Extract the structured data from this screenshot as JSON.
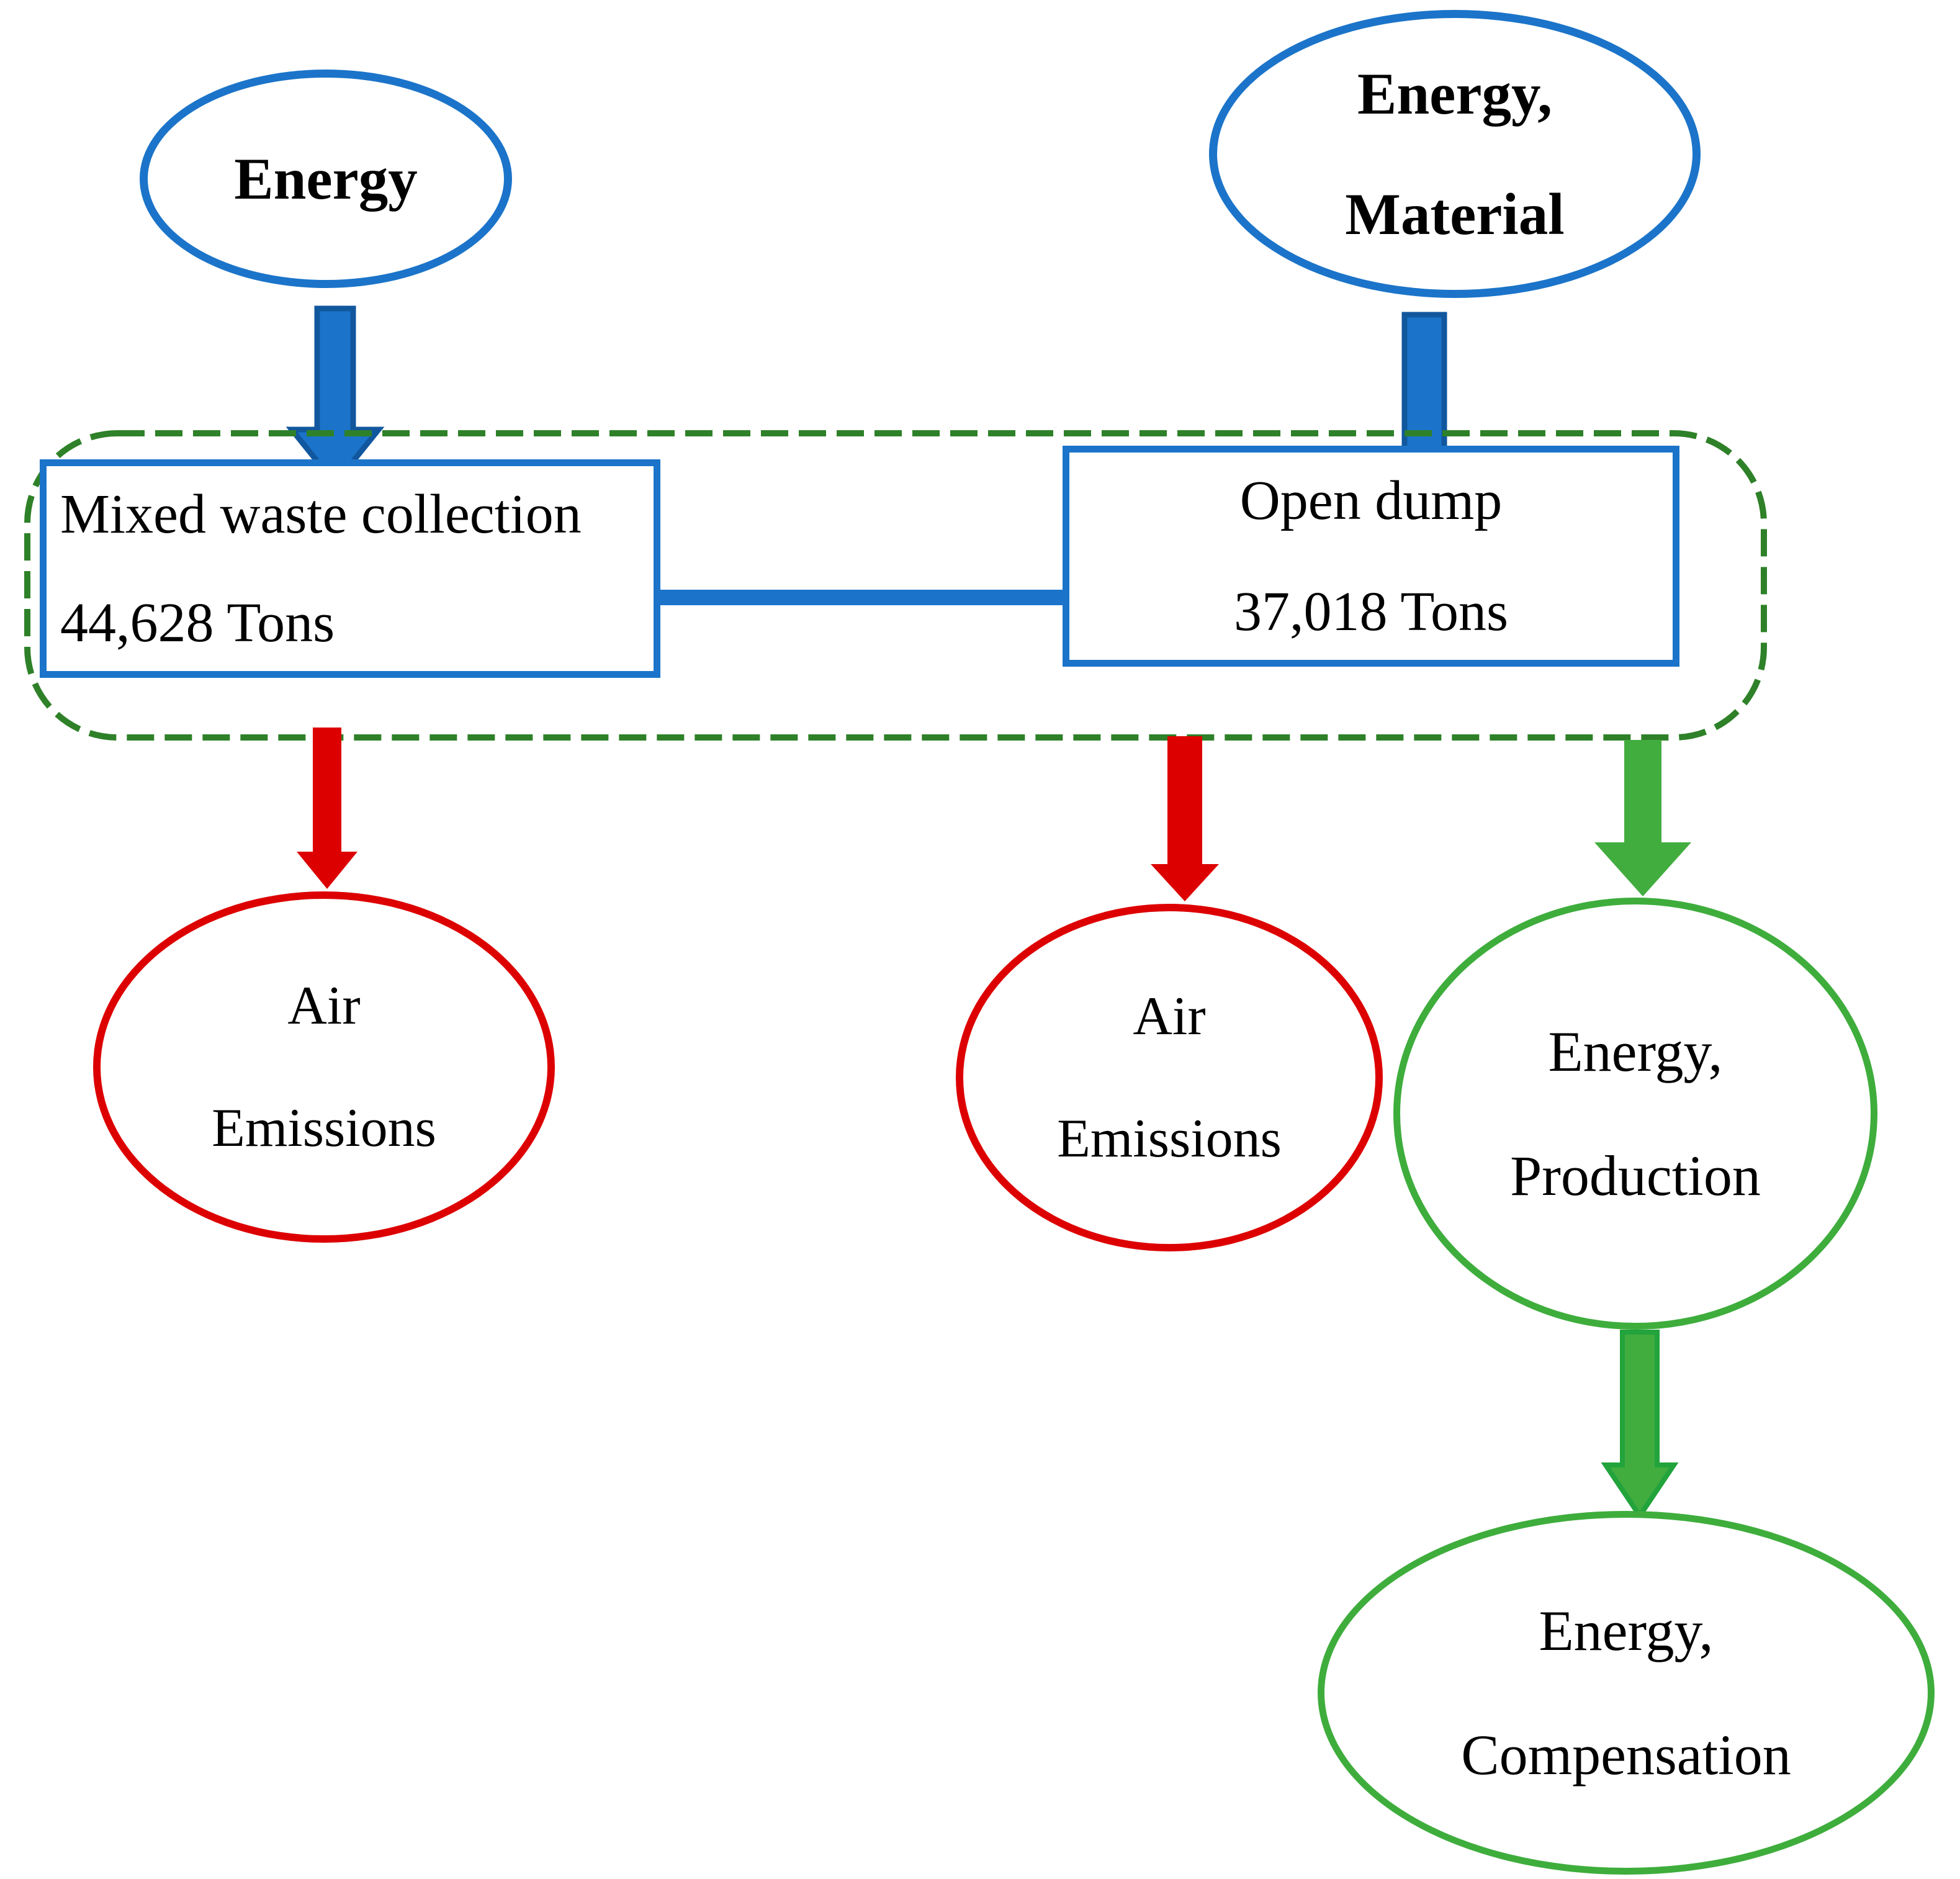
{
  "nodes": {
    "energy": {
      "label": "Energy"
    },
    "energy_material": {
      "line1": "Energy,",
      "line2": "Material"
    },
    "mixed_waste_collection": {
      "line1": "Mixed waste collection",
      "line2": "44,628 Tons"
    },
    "open_dump": {
      "line1": "Open dump",
      "line2": "37,018 Tons"
    },
    "air_emissions_left": {
      "line1": "Air",
      "line2": "Emissions"
    },
    "air_emissions_middle": {
      "line1": "Air",
      "line2": "Emissions"
    },
    "energy_production": {
      "line1": "Energy,",
      "line2": "Production"
    },
    "energy_compensation": {
      "line1": "Energy,",
      "line2": "Compensation"
    }
  },
  "colors": {
    "blue": "#1B74C9",
    "blue_dark": "#11579E",
    "green_dark": "#2E8128",
    "green_bright": "#3EAD3C",
    "green_fill": "#42AD3F",
    "green_arrow_dark": "#22A33B",
    "red": "#DD0000",
    "text": "#000000"
  }
}
